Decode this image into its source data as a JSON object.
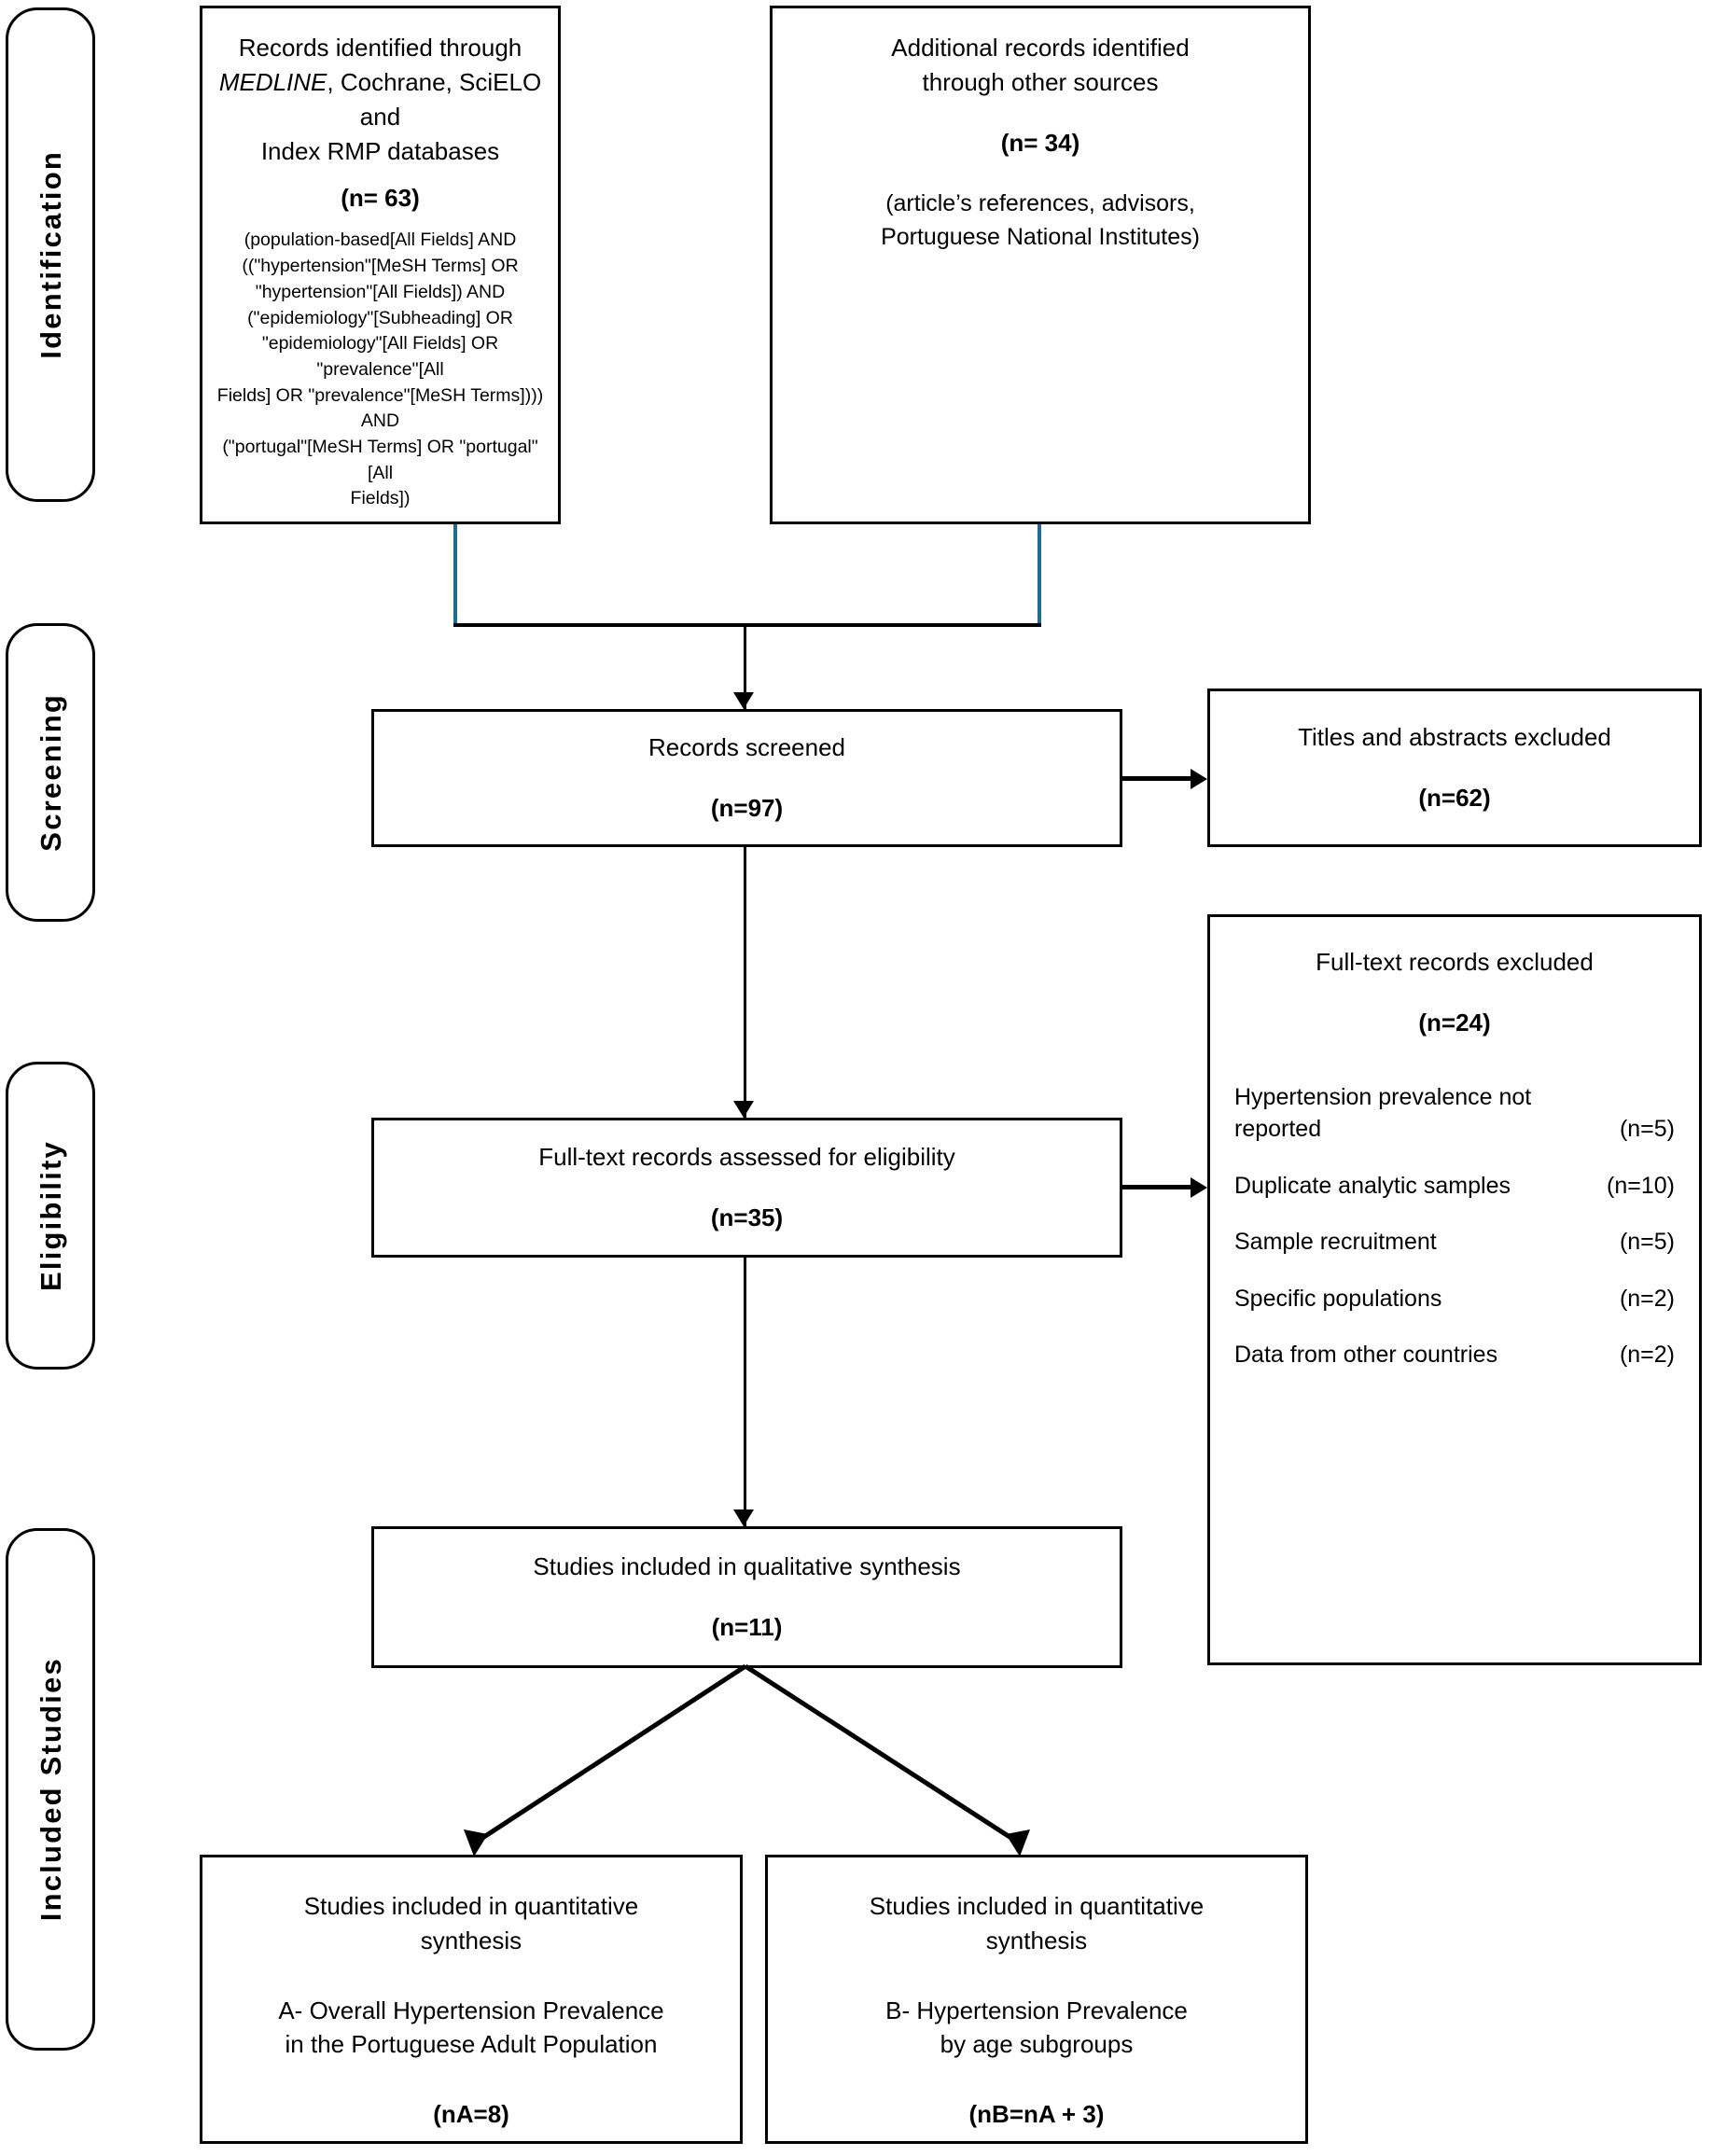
{
  "diagram": {
    "type": "prisma-flow-diagram",
    "stages": [
      {
        "id": "identification",
        "label": "Identification"
      },
      {
        "id": "screening",
        "label": "Screening"
      },
      {
        "id": "eligibility",
        "label": "Eligibility"
      },
      {
        "id": "included",
        "label": "Included Studies"
      }
    ],
    "boxes": {
      "records_identified": {
        "title_line1": "Records identified through",
        "title_line2_italic": "MEDLINE",
        "title_line2_rest": ", Cochrane, SciELO and",
        "title_line3": "Index RMP databases",
        "count": "(n= 63)",
        "query_lines": [
          "(population-based[All Fields] AND",
          "((\"hypertension\"[MeSH Terms] OR",
          "\"hypertension\"[All Fields]) AND",
          "(\"epidemiology\"[Subheading] OR",
          "\"epidemiology\"[All Fields] OR \"prevalence\"[All",
          "Fields] OR \"prevalence\"[MeSH Terms]))) AND",
          "(\"portugal\"[MeSH Terms] OR \"portugal\"[All",
          "Fields])"
        ]
      },
      "additional_records": {
        "title_line1": "Additional records identified",
        "title_line2": "through other sources",
        "count": "(n= 34)",
        "note_line1": "(article’s references, advisors,",
        "note_line2": "Portuguese National Institutes)"
      },
      "records_screened": {
        "title": "Records screened",
        "count": "(n=97)"
      },
      "titles_excluded": {
        "title": "Titles and abstracts excluded",
        "count": "(n=62)"
      },
      "fulltext_assessed": {
        "title": "Full-text records assessed for eligibility",
        "count": "(n=35)"
      },
      "fulltext_excluded": {
        "title": "Full-text records excluded",
        "count": "(n=24)",
        "reasons": [
          {
            "text_line1": "Hypertension prevalence not",
            "text_line2": "reported",
            "count": "(n=5)",
            "wrapped": true
          },
          {
            "text": "Duplicate analytic samples",
            "count": "(n=10)",
            "wrapped": false
          },
          {
            "text": "Sample recruitment",
            "count": "(n=5)",
            "wrapped": false
          },
          {
            "text": "Specific populations",
            "count": "(n=2)",
            "wrapped": false
          },
          {
            "text": "Data from other countries",
            "count": "(n=2)",
            "wrapped": false
          }
        ]
      },
      "qualitative": {
        "title": "Studies included in qualitative synthesis",
        "count": "(n=11)"
      },
      "quantitative_a": {
        "title_line1": "Studies included in quantitative",
        "title_line2": "synthesis",
        "sub_line1": "A- Overall Hypertension Prevalence",
        "sub_line2": "in the Portuguese Adult Population",
        "count": "(nA=8)"
      },
      "quantitative_b": {
        "title_line1": "Studies included in quantitative",
        "title_line2": "synthesis",
        "sub_line1": "B- Hypertension Prevalence",
        "sub_line2": "by age subgroups",
        "count": "(nB=nA + 3)"
      }
    },
    "colors": {
      "connector_black": "#000000",
      "connector_blue": "#1F6E91",
      "box_border": "#000000",
      "background": "#FFFFFF"
    }
  }
}
